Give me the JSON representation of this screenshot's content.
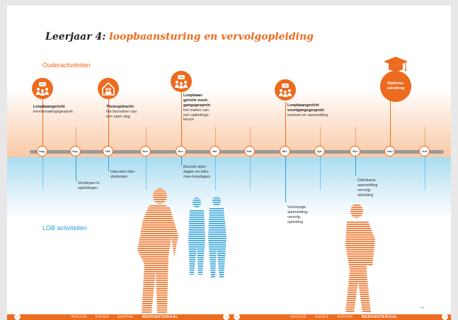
{
  "title": {
    "prefix": "Leerjaar 4:",
    "accent": "loopbaansturing en vervolgopleiding"
  },
  "sections": {
    "parent": "Ouderactiviteiten",
    "lob": "LOB activiteiten"
  },
  "months": [
    "Aug.",
    "Sep.",
    "Okt.",
    "Nov.",
    "Dec.",
    "Jan.",
    "Feb.",
    "Mrt.",
    "Apr.",
    "Mei",
    "Juni",
    "Juli"
  ],
  "parent_activities": [
    {
      "title": "Loopbaangericht",
      "text": "kennismakingsgesprek",
      "icon": "conversation-icon"
    },
    {
      "title": "Thuisopdracht:",
      "text": "het bezoeken van een open dag",
      "icon": "house-family-icon"
    },
    {
      "title": "Loopbaan-gericht voort-gangsgesprek:",
      "text": "het maken van een opleidings-keuze",
      "icon": "conversation-icon"
    },
    {
      "title": "Loopbaangericht voortgangsgesprek:",
      "text": "examen en aanmelding",
      "icon": "conversation-icon"
    },
    {
      "title": "Diploma-uitreiking",
      "icon": "graduation-cap-icon"
    }
  ],
  "lob_activities": [
    {
      "text": "Verdiepen in opleidingen"
    },
    {
      "text": "Interview mbo studenten"
    },
    {
      "text": "Bezoek open dagen en mbo-mee-loopdagen"
    },
    {
      "text": "Voorlopige aanmelding vervolg-opleiding"
    },
    {
      "text": "Definitieve aanmelding vervolg-opleiding"
    }
  ],
  "footer": {
    "left_nav": [
      "INHOUD",
      "KADER",
      "AANPAK",
      "WERKMATERIAAL"
    ],
    "right_nav": [
      "INHOUD",
      "KADER",
      "AANPAK",
      "WERKMATERIAAL"
    ],
    "active": "WERKMATERIAAL",
    "page_number": "29",
    "prev_arrow": "←",
    "next_arrow": "→"
  },
  "colors": {
    "accent": "#ec6b1e",
    "lob": "#2a9fd6",
    "timeline": "#9a9a9a"
  }
}
